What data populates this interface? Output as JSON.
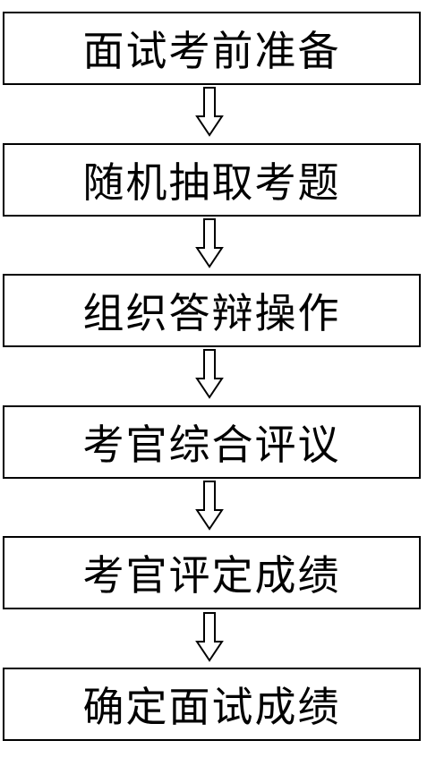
{
  "flowchart": {
    "steps": [
      "面试考前准备",
      "随机抽取考题",
      "组织答辩操作",
      "考官综合评议",
      "考官评定成绩",
      "确定面试成绩"
    ]
  },
  "colors": {
    "stroke": "#000000",
    "background": "#ffffff"
  }
}
